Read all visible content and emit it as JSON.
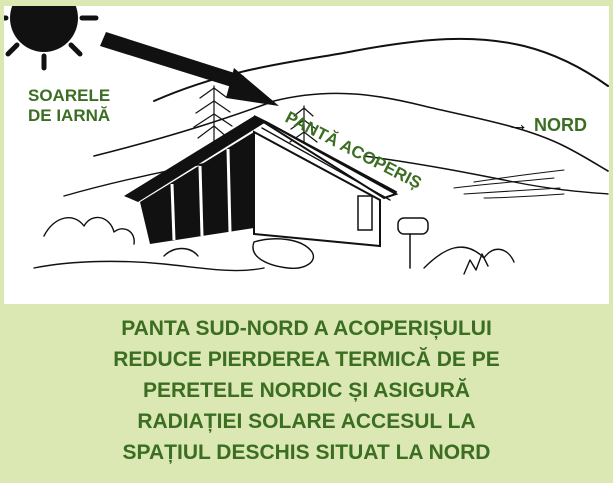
{
  "labels": {
    "sun_line1": "SOARELE",
    "sun_line2": "DE IARNĂ",
    "north_arrow": "→",
    "north": "NORD",
    "roof_slope": "PANTĂ ACOPERIȘ"
  },
  "caption": {
    "lines": [
      "PANTA SUD-NORD A ACOPERIȘULUI",
      "REDUCE PIERDEREA TERMICĂ DE PE",
      "PERETELE NORDIC ȘI ASIGURĂ",
      "RADIAȚIEI SOLARE ACCESUL LA",
      "SPAȚIUL DESCHIS SITUAT LA NORD"
    ]
  },
  "colors": {
    "frame": "#dbe8b4",
    "text": "#3b6e22",
    "ink": "#111111",
    "illustration_bg": "#ffffff"
  },
  "icons": {
    "sun": "sun-icon",
    "sun_ray": "sun-ray-arrow-icon",
    "house": "earth-sheltered-house-icon"
  }
}
